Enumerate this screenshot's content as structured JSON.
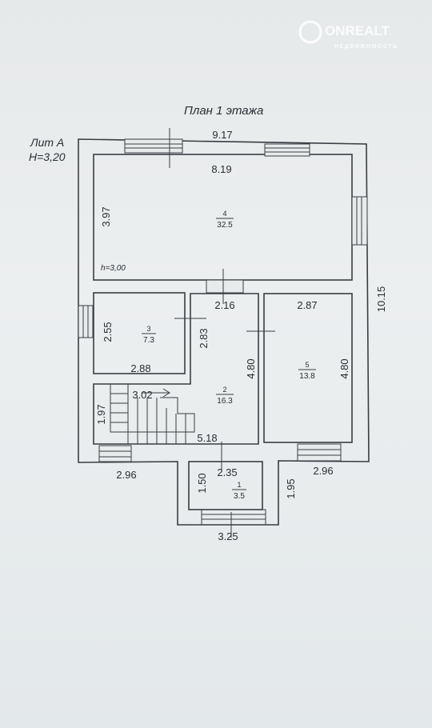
{
  "title": "План 1 этажа",
  "building": {
    "lit": "Лит А",
    "height": "Н=3,20"
  },
  "ceiling_height": "h=3,00",
  "watermark": {
    "brand": "ONREALT",
    "sub": "НЕДВИЖИМОСТЬ"
  },
  "rooms": [
    {
      "number": "4",
      "area": "32.5"
    },
    {
      "number": "3",
      "area": "7.3"
    },
    {
      "number": "2",
      "area": "16.3"
    },
    {
      "number": "5",
      "area": "13.8"
    },
    {
      "number": "1",
      "area": "3.5"
    }
  ],
  "dimensions": {
    "outer_width": "9.17",
    "room4_width": "8.19",
    "room4_depth": "3.97",
    "outer_length": "10.15",
    "room2_width": "2.16",
    "room5_width": "2.87",
    "room3_depth": "2.55",
    "room3_width": "2.88",
    "hall_a": "2.83",
    "hall_b": "4.80",
    "room5_depth": "4.80",
    "stair": "3.02",
    "stair_depth": "1.97",
    "hall_c": "5.18",
    "left_bottom": "2.96",
    "right_bottom": "2.96",
    "porch_width": "2.35",
    "porch_depth": "1.50",
    "porch_outer": "1.95",
    "porch_total": "3.25"
  }
}
